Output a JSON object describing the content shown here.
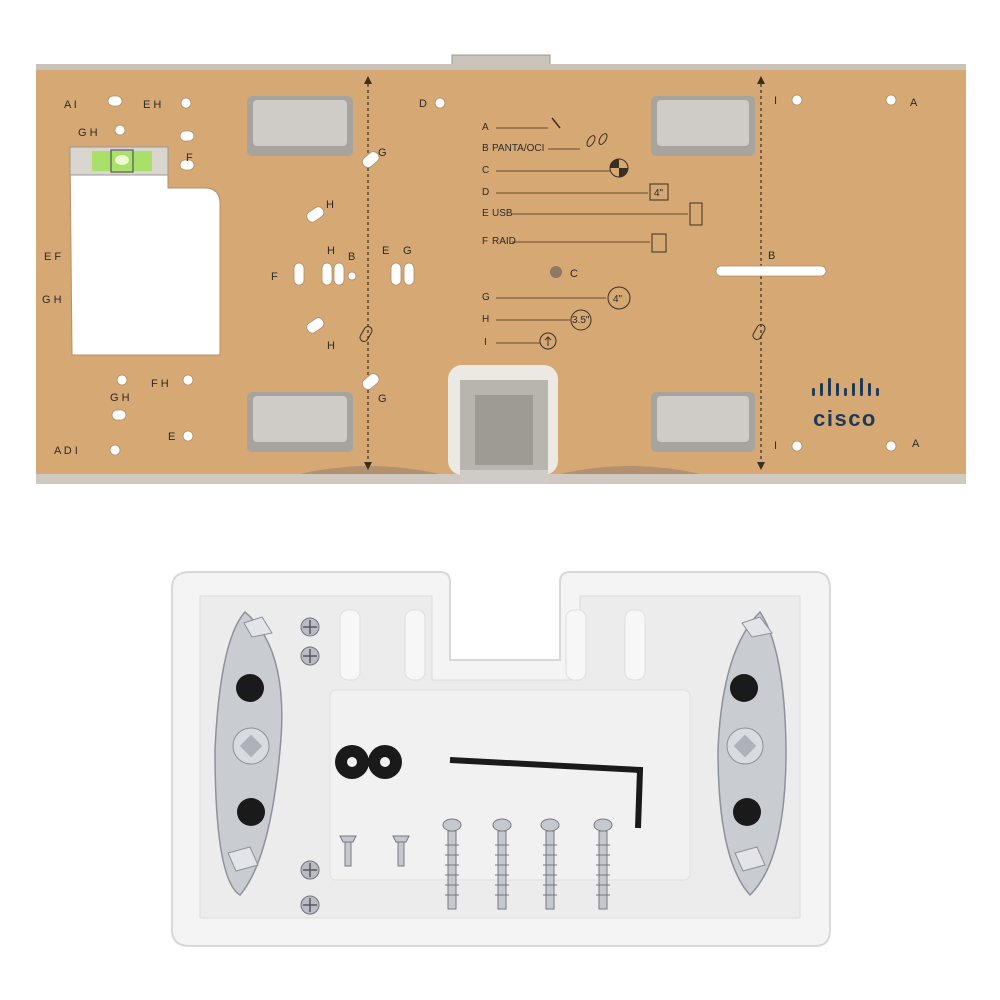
{
  "bracket": {
    "color": "#d6a874",
    "brand": "cisco",
    "corner_labels": {
      "top_left": "A I",
      "top_left_eh": "E H",
      "top_left_gh": "G H",
      "left_f": "F",
      "left_ef": "E F",
      "left_gh": "G H",
      "bottom_left_fh": "F H",
      "bottom_left_gh": "G H",
      "bottom_left_adi": "A D I",
      "bottom_left_e": "E",
      "top_d": "D",
      "top_right_i": "I",
      "top_right_a": "A",
      "right_b": "B",
      "bottom_right_i": "I",
      "bottom_right_a": "A",
      "center_g_top": "G",
      "center_g_bottom": "G",
      "center_h1": "H",
      "center_h2": "H",
      "center_h3": "H",
      "center_f": "F",
      "center_b": "B",
      "center_e": "E",
      "center_g": "G"
    },
    "legend": [
      {
        "letter": "A",
        "text": ""
      },
      {
        "letter": "B",
        "text": "PANTA/OCI"
      },
      {
        "letter": "C",
        "text": ""
      },
      {
        "letter": "D",
        "text": ""
      },
      {
        "letter": "E",
        "text": "USB"
      },
      {
        "letter": "F",
        "text": "RAID"
      },
      {
        "letter": "G",
        "text": ""
      },
      {
        "letter": "H",
        "text": ""
      },
      {
        "letter": "I",
        "text": ""
      }
    ],
    "legend_c_letter": "C",
    "badges": {
      "d": "4\"",
      "g": "4\"",
      "h": "3.5\""
    }
  },
  "base": {
    "color": "#f4f4f4",
    "hardware": [
      "spacer",
      "spacer",
      "hex-key",
      "screw",
      "screw",
      "screw",
      "screw",
      "screw",
      "screw"
    ]
  }
}
